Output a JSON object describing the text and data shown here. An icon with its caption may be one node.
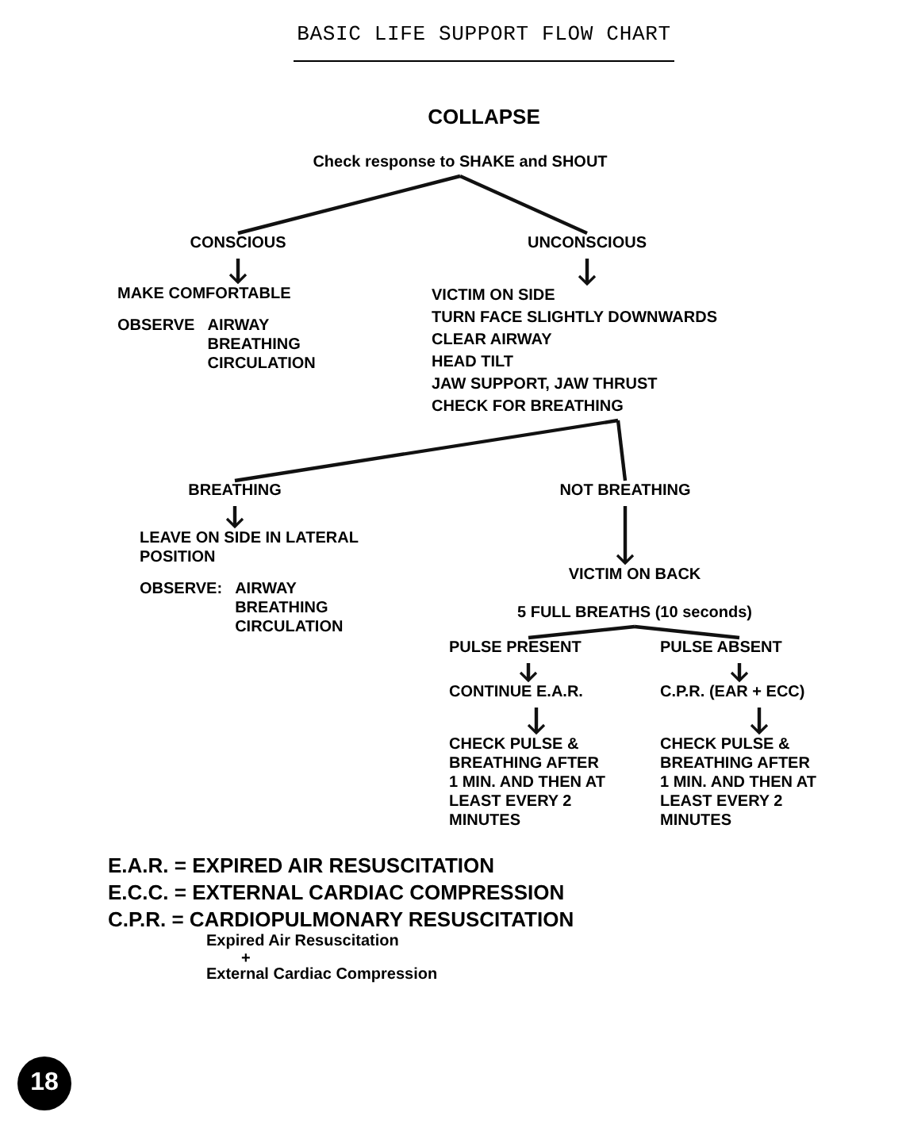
{
  "diagram": {
    "title": "BASIC LIFE SUPPORT FLOW CHART",
    "nodes": [
      {
        "text": [
          "Check response to SHAKE and SHOUT"
        ]
      },
      {
        "text": [
          "CONSCIOUS"
        ]
      },
      {
        "text": [
          "UNCONSCIOUS"
        ]
      },
      {
        "text": [
          "MAKE COMFORTABLE",
          "OBSERVE",
          "AIRWAY BREATHING CIRCULATION"
        ]
      },
      {
        "text": [
          "VICTIM ON SIDE",
          "TURN FACE SLIGHTLY DOWNWARDS",
          "CLEAR AIRWAY",
          "HEAD TILT",
          "JAW SUPPORT, JAW THRUST",
          "CHECK FOR BREATHING"
        ]
      },
      {
        "text": [
          "BREATHING"
        ]
      },
      {
        "text": [
          "NOT BREATHING"
        ]
      },
      {
        "text": [
          "LEAVE ON SIDE IN LATERAL POSITION",
          "OBSERVE:",
          "AIRWAY BREATHING CIRCULATION"
        ]
      },
      {
        "text": [
          "VICTIM ON BACK",
          "5 FULL BREATHS (10 seconds)"
        ]
      },
      {
        "text": [
          "PULSE PRESENT"
        ]
      },
      {
        "text": [
          "PULSE ABSENT"
        ]
      },
      {
        "text": [
          "CONTINUE E.A.R."
        ]
      },
      {
        "text": [
          "C.P.R. (EAR + ECC)"
        ]
      },
      {
        "text": [
          "CHECK PULSE & BREATHING AFTER 1 MIN. AND THEN AT LEAST EVERY 2 MINUTES"
        ]
      },
      {
        "text": [
          "CHECK PULSE & BREATHING AFTER 1 MIN. AND THEN AT LEAST EVERY 2 MINUTES"
        ]
      }
    ],
    "edges": [
      {
        "from": 0,
        "to": 1,
        "arrow": "none"
      },
      {
        "from": 0,
        "to": 2,
        "arrow": "none"
      },
      {
        "from": 1,
        "to": 3,
        "arrow": "to"
      },
      {
        "from": 2,
        "to": 4,
        "arrow": "to"
      },
      {
        "from": 4,
        "to": 5,
        "arrow": "none"
      },
      {
        "from": 4,
        "to": 6,
        "arrow": "none"
      },
      {
        "from": 5,
        "to": 7,
        "arrow": "to"
      },
      {
        "from": 6,
        "to": 8,
        "arrow": "to"
      },
      {
        "from": 8,
        "to": 9,
        "arrow": "none"
      },
      {
        "from": 8,
        "to": 10,
        "arrow": "none"
      },
      {
        "from": 9,
        "to": 11,
        "arrow": "to"
      },
      {
        "from": 10,
        "to": 12,
        "arrow": "to"
      },
      {
        "from": 11,
        "to": 13,
        "arrow": "to"
      },
      {
        "from": 12,
        "to": 14,
        "arrow": "to"
      }
    ],
    "labels": [
      "COLLAPSE",
      "E.A.R. = EXPIRED AIR RESUSCITATION",
      "E.C.C. = EXTERNAL CARDIAC COMPRESSION",
      "C.P.R. = CARDIOPULMONARY RESUSCITATION",
      "Expired Air Resuscitation",
      "+",
      "External Cardiac Compression",
      "18"
    ]
  }
}
